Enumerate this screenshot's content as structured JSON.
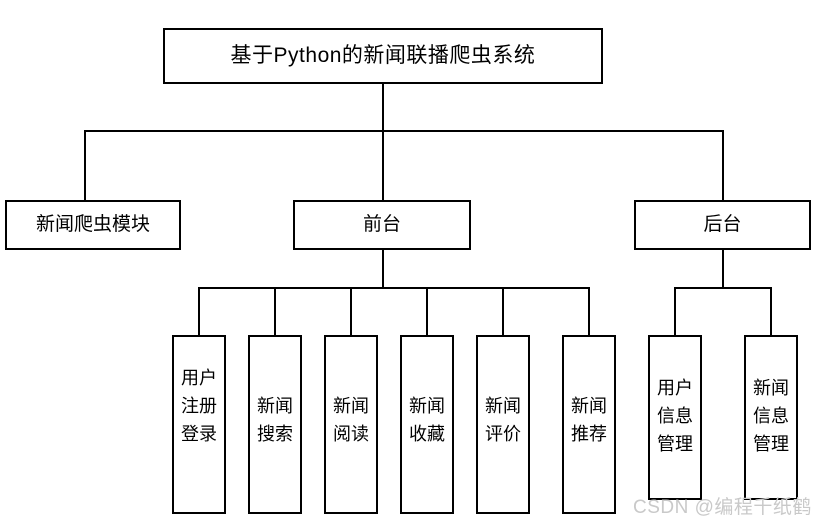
{
  "diagram": {
    "type": "tree",
    "title": "基于Python的新闻联播爬虫系统",
    "root": {
      "label": "基于Python的新闻联播爬虫系统"
    },
    "level2": [
      {
        "id": "crawler",
        "label": "新闻爬虫模块"
      },
      {
        "id": "front",
        "label": "前台"
      },
      {
        "id": "back",
        "label": "后台"
      }
    ],
    "front_children": [
      {
        "id": "f0",
        "label": "用户\n注册\n登录"
      },
      {
        "id": "f1",
        "label": "新闻\n搜索"
      },
      {
        "id": "f2",
        "label": "新闻\n阅读"
      },
      {
        "id": "f3",
        "label": "新闻\n收藏"
      },
      {
        "id": "f4",
        "label": "新闻\n评价"
      },
      {
        "id": "f5",
        "label": "新闻\n推荐"
      }
    ],
    "back_children": [
      {
        "id": "b0",
        "label": "用户\n信息\n管理"
      },
      {
        "id": "b1",
        "label": "新闻\n信息\n管理"
      }
    ]
  },
  "watermark": {
    "text": "CSDN @编程千纸鹤",
    "color": "#c9c9c9"
  },
  "style": {
    "background": "#ffffff",
    "line_color": "#000000",
    "text_color": "#000000"
  }
}
